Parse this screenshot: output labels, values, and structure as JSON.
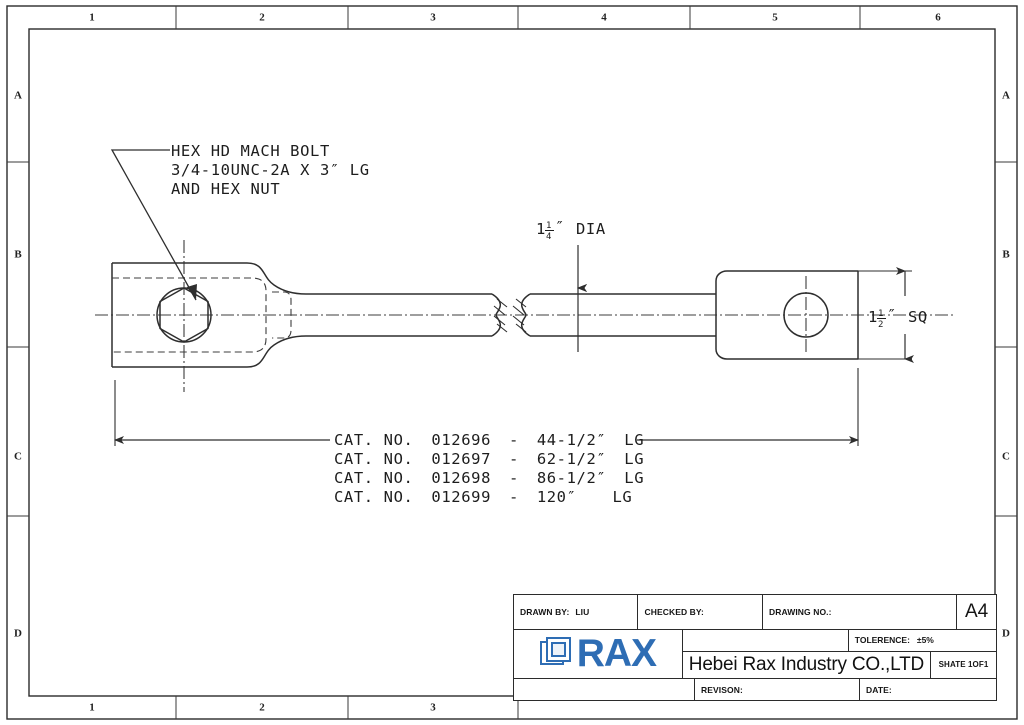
{
  "sheet": {
    "size_label": "A4",
    "zones_top": [
      "1",
      "2",
      "3",
      "4",
      "5",
      "6"
    ],
    "zones_bottom": [
      "1",
      "2",
      "3"
    ],
    "zones_left": [
      "A",
      "B",
      "C",
      "D"
    ],
    "zones_right": [
      "A",
      "B",
      "C",
      "D"
    ]
  },
  "notes": {
    "bolt_note_line1": "HEX HD MACH BOLT",
    "bolt_note_line2": "3/4-10UNC-2A X 3″ LG",
    "bolt_note_line3": "AND HEX NUT"
  },
  "dimensions": {
    "dia": {
      "whole": "1",
      "numerator": "1",
      "denominator": "4",
      "unit": "″",
      "suffix": "DIA",
      "full_text": "1 1/4″ DIA"
    },
    "square": {
      "whole": "1",
      "numerator": "1",
      "denominator": "2",
      "unit": "″",
      "suffix": "SQ",
      "full_text": "1 1/2″ SQ"
    },
    "length_table": [
      {
        "prefix": "CAT.  NO.",
        "catalog": "012696",
        "dash": "-",
        "length": "44-1/2″",
        "unit_suffix": "LG"
      },
      {
        "prefix": "CAT.  NO.",
        "catalog": "012697",
        "dash": "-",
        "length": "62-1/2″",
        "unit_suffix": "LG"
      },
      {
        "prefix": "CAT.  NO.",
        "catalog": "012698",
        "dash": "-",
        "length": "86-1/2″",
        "unit_suffix": "LG"
      },
      {
        "prefix": "CAT.  NO.",
        "catalog": "012699",
        "dash": "-",
        "length": "120″",
        "unit_suffix": "LG"
      }
    ]
  },
  "title_block": {
    "drawn_by_label": "DRAWN BY:",
    "drawn_by_value": "LIU",
    "checked_by_label": "CHECKED BY:",
    "checked_by_value": "",
    "drawing_no_label": "DRAWING NO.:",
    "drawing_no_value": "",
    "size": "A4",
    "tolerance_label": "TOLERENCE:",
    "tolerance_value": "±5%",
    "company": "Hebei Rax Industry CO.,LTD",
    "sheet": "SHATE 1OF1",
    "revision_label": "REVISON:",
    "revision_value": "",
    "date_label": "DATE:",
    "date_value": "",
    "logo_text": "RAX"
  },
  "colors": {
    "ink": "#2e2e2e",
    "frame": "#2b2b2b",
    "logo_blue": "#2e6db4",
    "paper": "#ffffff"
  }
}
